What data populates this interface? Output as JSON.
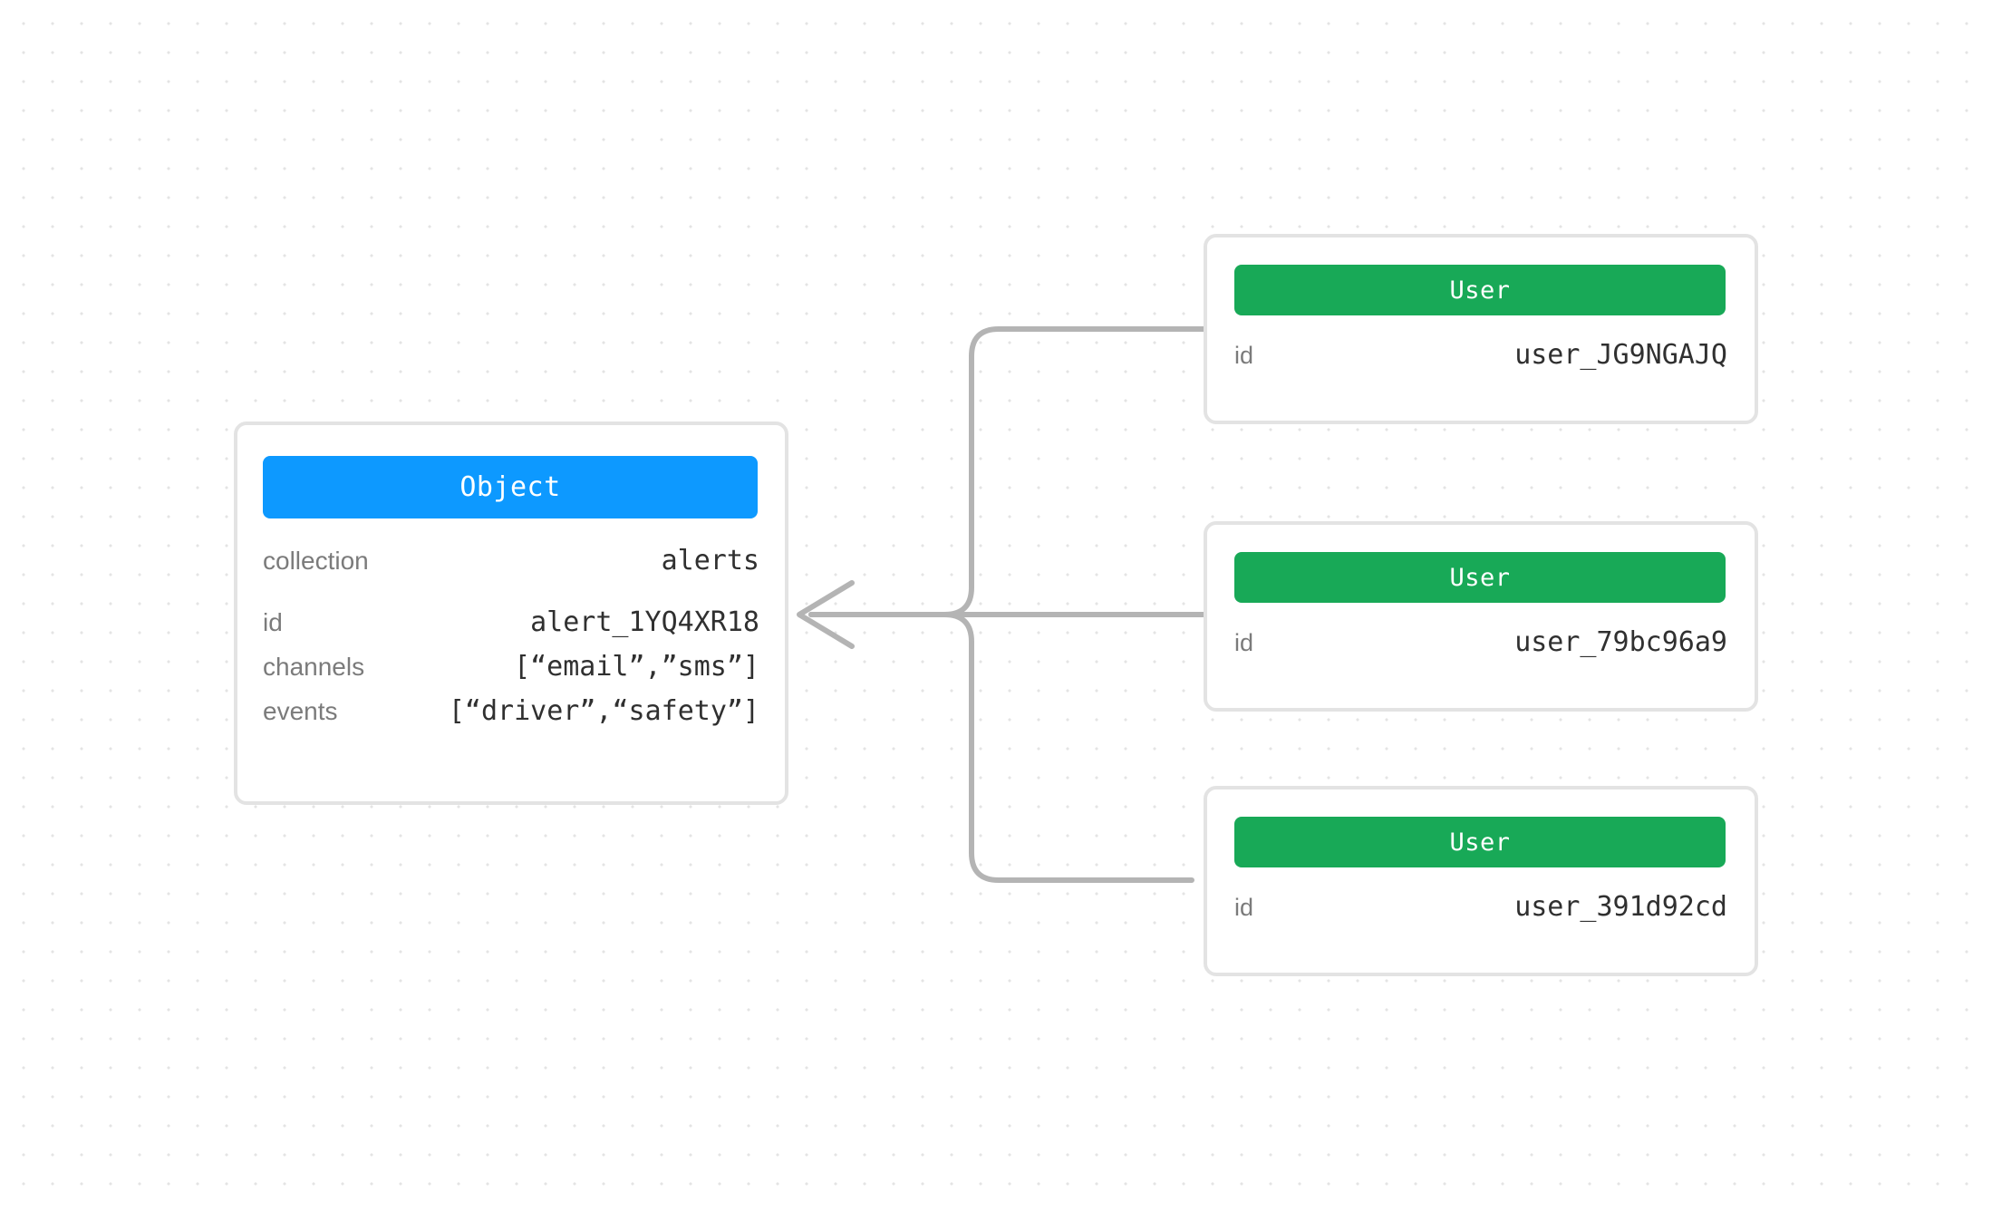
{
  "canvas": {
    "background_color": "#ffffff",
    "dot_grid_color": "#e4e4e4",
    "edge_color": "#b4b4b4"
  },
  "nodes": {
    "object": {
      "type_label": "Object",
      "accent_color": "#0d99ff",
      "fields": [
        {
          "key": "collection",
          "value": "alerts"
        },
        {
          "key": "id",
          "value": "alert_1YQ4XR18"
        },
        {
          "key": "channels",
          "value": "[“email”,”sms”]"
        },
        {
          "key": "events",
          "value": "[“driver”,“safety”]"
        }
      ]
    },
    "users": [
      {
        "type_label": "User",
        "accent_color": "#18a957",
        "fields": [
          {
            "key": "id",
            "value": "user_JG9NGAJQ"
          }
        ]
      },
      {
        "type_label": "User",
        "accent_color": "#18a957",
        "fields": [
          {
            "key": "id",
            "value": "user_79bc96a9"
          }
        ]
      },
      {
        "type_label": "User",
        "accent_color": "#18a957",
        "fields": [
          {
            "key": "id",
            "value": "user_391d92cd"
          }
        ]
      }
    ]
  },
  "edges": [
    {
      "from": "user-1",
      "to": "object",
      "direction": "left"
    },
    {
      "from": "user-2",
      "to": "object",
      "direction": "left"
    },
    {
      "from": "user-3",
      "to": "object",
      "direction": "left"
    }
  ]
}
